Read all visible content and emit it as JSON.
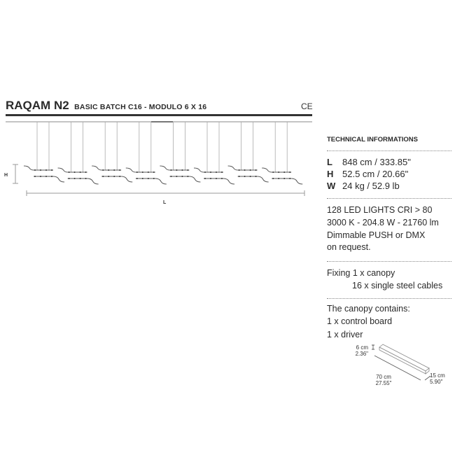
{
  "header": {
    "product_name": "RAQAM N2",
    "subtitle": "BASIC BATCH C16 - MODULO 6 X 16",
    "certification": "CE"
  },
  "drawing": {
    "height_label": "H",
    "length_label": "L"
  },
  "technical": {
    "heading": "TECHNICAL INFORMATIONS",
    "specs": [
      {
        "key": "L",
        "value": "848 cm / 333.85\""
      },
      {
        "key": "H",
        "value": "52.5 cm / 20.66\""
      },
      {
        "key": "W",
        "value": "24 kg / 52.9 lb"
      }
    ],
    "lighting": [
      "128 LED LIGHTS CRI > 80",
      "3000 K - 204.8 W - 21760 lm",
      "Dimmable PUSH or DMX",
      "on request."
    ],
    "fixing": [
      "Fixing 1 x canopy",
      "16 x single steel cables"
    ],
    "canopy": [
      "The canopy contains:",
      "1 x control board",
      "1 x driver"
    ],
    "canopy_dims": {
      "height_cm": "6 cm",
      "height_in": "2.36\"",
      "length_cm": "70 cm",
      "length_in": "27.55\"",
      "width_cm": "15 cm",
      "width_in": "5.90\""
    }
  }
}
